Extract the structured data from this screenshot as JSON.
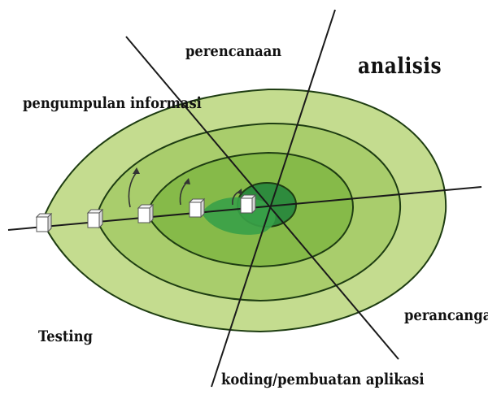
{
  "labels": {
    "perencanaan": "perencanaan",
    "analisis": "analisis",
    "pengumpulan_informasi": "pengumpulan informasi",
    "perancangan": "perancangan",
    "testing": "Testing",
    "koding": "koding/pembuatan aplikasi"
  },
  "colors": {
    "ring_outer": "#c4dc8f",
    "ring_2": "#a9cd6c",
    "ring_3": "#86ba49",
    "ring_core": "#2e8b3d",
    "ring_stroke": "#1e3d12",
    "axis": "#1a1a1a"
  },
  "icons": [
    "milestone-cube-icon",
    "spiral-arrow-icon"
  ]
}
